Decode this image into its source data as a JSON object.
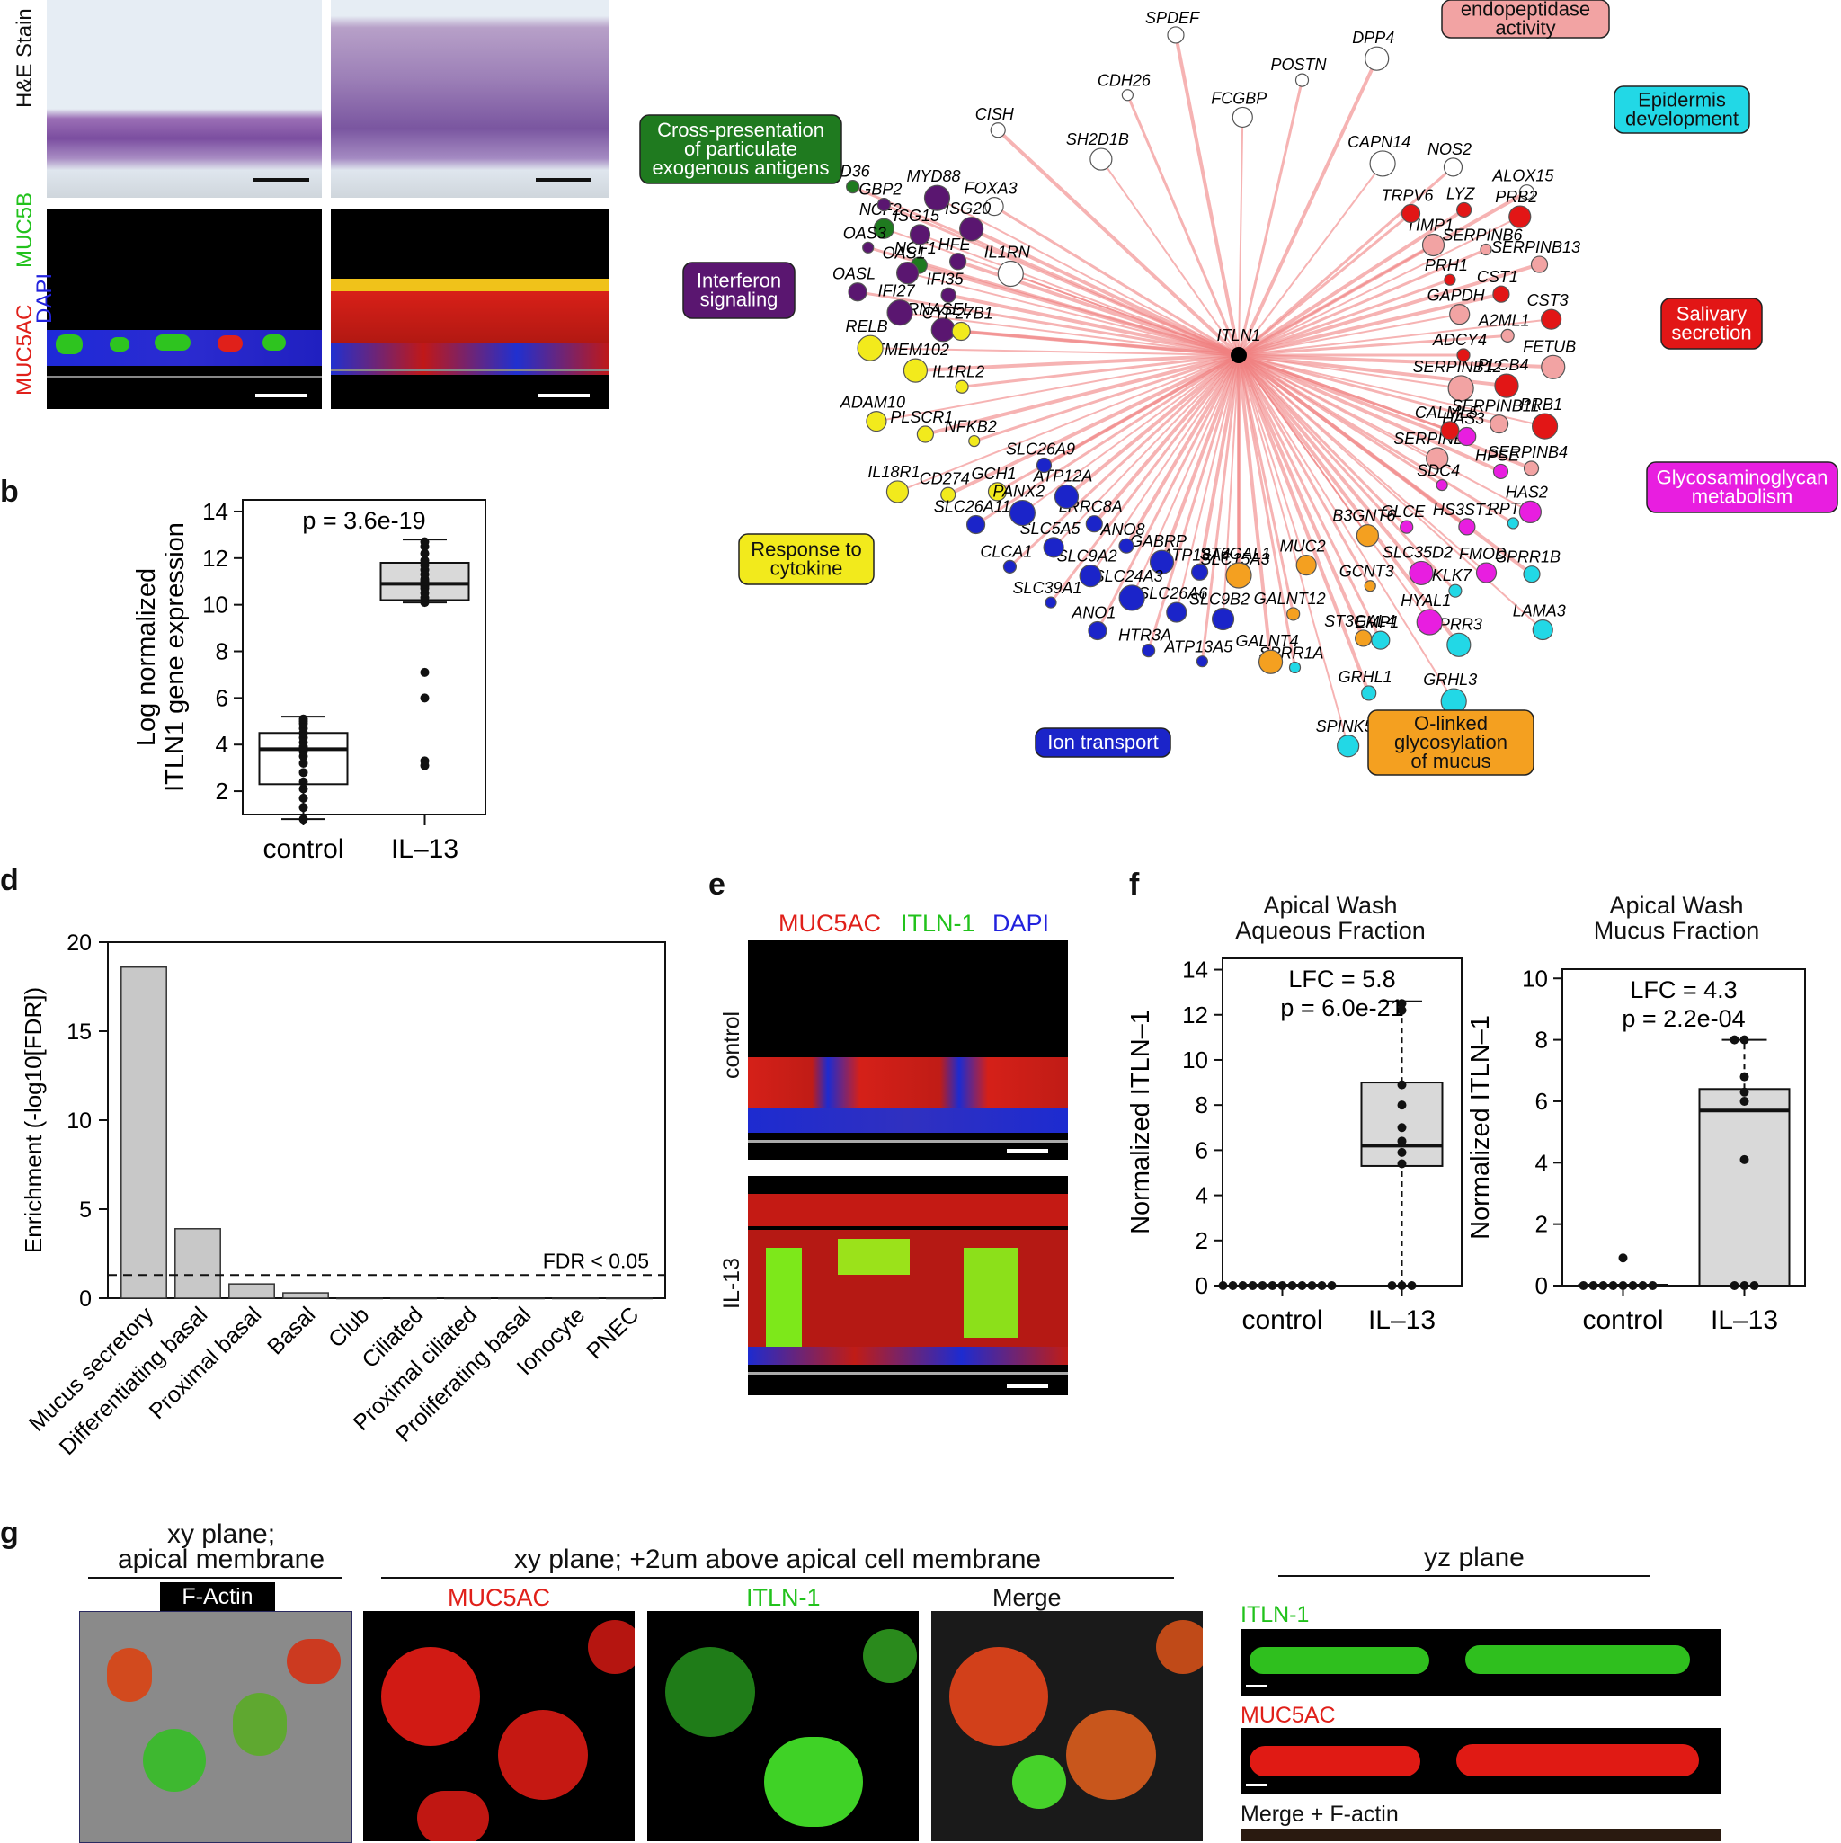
{
  "panel_a": {
    "row_labels": {
      "he": "H&E Stain",
      "if_red": "MUC5AC",
      "if_green": "MUC5B",
      "if_blue": "DAPI"
    },
    "colors": {
      "red": "#e0201a",
      "green": "#22c21c",
      "blue": "#2222dd"
    }
  },
  "panel_b": {
    "letter": "b",
    "ylabel_line1": "Log normalized",
    "ylabel_line2": "ITLN1 gene expression",
    "pvalue": "p = 3.6e-19",
    "yticks": [
      "2",
      "4",
      "6",
      "8",
      "10",
      "12",
      "14"
    ],
    "groups": [
      "control",
      "IL–13"
    ]
  },
  "network": {
    "hub": "ITLN1",
    "categories": [
      {
        "label_lines": [
          "Cross-presentation",
          "of particulate",
          "exogenous antigens"
        ],
        "color": "#1f7a1f",
        "text_color": "#ffffff"
      },
      {
        "label_lines": [
          "Interferon",
          "signaling"
        ],
        "color": "#5a1670",
        "text_color": "#ffffff"
      },
      {
        "label_lines": [
          "Response to",
          "cytokine"
        ],
        "color": "#f2ea1c",
        "text_color": "#111111"
      },
      {
        "label_lines": [
          "Ion transport"
        ],
        "color": "#1b24c9",
        "text_color": "#ffffff"
      },
      {
        "label_lines": [
          "O-linked",
          "glycosylation",
          "of mucus"
        ],
        "color": "#f4a020",
        "text_color": "#111111"
      },
      {
        "label_lines": [
          "Glycosaminoglycan",
          "metabolism"
        ],
        "color": "#e81ee0",
        "text_color": "#ffffff"
      },
      {
        "label_lines": [
          "Salivary",
          "secretion"
        ],
        "color": "#e21616",
        "text_color": "#ffffff"
      },
      {
        "label_lines": [
          "Epidermis",
          "development"
        ],
        "color": "#22d8e6",
        "text_color": "#111111"
      },
      {
        "label_lines": [
          "endopeptidase",
          "activity"
        ],
        "color": "#f2a3a3",
        "text_color": "#111111"
      }
    ],
    "genes": {
      "white": [
        "IL1RN",
        "FOXA3",
        "CISH",
        "SH2D1B",
        "CDH26",
        "SPDEF",
        "FCGBP",
        "POSTN",
        "DPP4",
        "CAPN14",
        "NOS2",
        "ALOX15"
      ],
      "pink": [
        "TIMP1",
        "SERPINB6",
        "SERPINB13",
        "GAPDH",
        "A2ML1",
        "FETUB",
        "SERPINB12",
        "SERPINB11",
        "SERPINB4",
        "SERPINB1"
      ],
      "cyan": [
        "RPTN",
        "SPRR1B",
        "LAMA3",
        "KLK7",
        "SPRR3",
        "GRHL3",
        "EMP1",
        "GRHL1",
        "SPINK5",
        "SPRR1A"
      ],
      "green": [
        "NCF1",
        "NCF2",
        "CD36"
      ],
      "purple": [
        "RNASEL",
        "IFI27",
        "OASL",
        "IFI35",
        "OAS1",
        "OAS3",
        "HFE",
        "ISG15",
        "GBP2",
        "ISG20",
        "MYD88"
      ],
      "yellow": [
        "GCH1",
        "CD274",
        "IL18R1",
        "NFKB2",
        "PLSCR1",
        "ADAM10",
        "IL1RL2",
        "TMEM102",
        "RELB",
        "CYP27B1"
      ],
      "blue": [
        "SLC15A3",
        "SLC9B2",
        "ATP13A5",
        "ATP13A4",
        "SLC26A6",
        "HTR3A",
        "GABRP",
        "SLC24A3",
        "ANO1",
        "ANO8",
        "SLC9A2",
        "SLC39A1",
        "LRRC8A",
        "SLC5A5",
        "CLCA1",
        "ATP12A",
        "PANX2",
        "SLC26A11",
        "SLC26A9"
      ],
      "orange": [
        "B3GNT6",
        "GCNT3",
        "ST3GAL4",
        "MUC2",
        "GALNT12",
        "GALNT4",
        "ST6GAL1"
      ],
      "magenta": [
        "HAS3",
        "HPSE",
        "HAS2",
        "SDC4",
        "HS3ST1",
        "FMOD",
        "GLCE",
        "SLC35D2",
        "HYAL1"
      ],
      "red": [
        "TRPV6",
        "LYZ",
        "PRB2",
        "PRH1",
        "CST1",
        "CST3",
        "ADCY4",
        "PLCB4",
        "PRB1",
        "CALML5"
      ]
    }
  },
  "panel_d": {
    "letter": "d",
    "ylabel": "Enrichment (-log10[FDR])",
    "threshold_label": "FDR < 0.05",
    "yticks": [
      "0",
      "5",
      "10",
      "15",
      "20"
    ]
  },
  "chart_data": [
    {
      "type": "bar",
      "title": "",
      "xlabel": "",
      "ylabel": "Enrichment (-log10[FDR])",
      "ylim": [
        0,
        20
      ],
      "categories": [
        "Mucus secretory",
        "Differentiating basal",
        "Proximal basal",
        "Basal",
        "Club",
        "Ciliated",
        "Proximal ciliated",
        "Proliferating basal",
        "Ionocyte",
        "PNEC"
      ],
      "values": [
        18.6,
        3.9,
        0.8,
        0.3,
        0.0,
        0.0,
        0.0,
        0.0,
        0.0,
        0.0
      ],
      "threshold": 1.3,
      "threshold_label": "FDR < 0.05"
    },
    {
      "type": "box",
      "ylabel": "Log normalized ITLN1 gene expression",
      "ylim": [
        1,
        14.5
      ],
      "annotation": "p = 3.6e-19",
      "groups": [
        {
          "name": "control",
          "q1": 2.3,
          "median": 3.8,
          "q3": 4.5,
          "whisker_low": 0.8,
          "whisker_high": 5.2,
          "points": [
            0.8,
            1.3,
            1.7,
            2.1,
            2.4,
            2.8,
            3.2,
            3.5,
            3.7,
            3.8,
            3.9,
            4.1,
            4.3,
            4.5,
            4.7,
            4.9,
            5.0,
            5.1
          ]
        },
        {
          "name": "IL–13",
          "q1": 10.2,
          "median": 10.9,
          "q3": 11.8,
          "whisker_low": 10.1,
          "whisker_high": 12.8,
          "points": [
            3.1,
            3.3,
            6.0,
            7.1,
            10.1,
            10.3,
            10.5,
            10.7,
            10.8,
            10.9,
            11.0,
            11.1,
            11.3,
            11.5,
            11.7,
            11.9,
            12.2,
            12.5,
            12.7
          ]
        }
      ]
    },
    {
      "type": "box",
      "title": "Apical Wash Aqueous Fraction",
      "ylabel": "Normalized ITLN–1",
      "ylim": [
        0,
        14.5
      ],
      "annotation_lines": [
        "LFC = 5.8",
        "p = 6.0e-21"
      ],
      "groups": [
        {
          "name": "control",
          "q1": 0,
          "median": 0,
          "q3": 0,
          "whisker_low": 0,
          "whisker_high": 0,
          "points": [
            0,
            0,
            0,
            0,
            0,
            0,
            0,
            0,
            0,
            0,
            0,
            0
          ]
        },
        {
          "name": "IL–13",
          "q1": 5.3,
          "median": 6.2,
          "q3": 9.0,
          "whisker_low": 0,
          "whisker_high": 12.6,
          "points": [
            0,
            0,
            0,
            5.4,
            5.9,
            6.4,
            7.0,
            8.0,
            8.9,
            12.2,
            12.5
          ]
        }
      ]
    },
    {
      "type": "box",
      "title": "Apical Wash Mucus Fraction",
      "ylabel": "Normalized ITLN–1",
      "ylim": [
        0,
        10.3
      ],
      "annotation_lines": [
        "LFC = 4.3",
        "p = 2.2e-04"
      ],
      "groups": [
        {
          "name": "control",
          "q1": 0,
          "median": 0,
          "q3": 0,
          "whisker_low": 0,
          "whisker_high": 0,
          "points": [
            0,
            0,
            0,
            0,
            0,
            0,
            0,
            0,
            0.9
          ]
        },
        {
          "name": "IL–13",
          "q1": 0,
          "median": 5.7,
          "q3": 6.4,
          "whisker_low": 0,
          "whisker_high": 8.0,
          "points": [
            0,
            0,
            0,
            4.1,
            6.0,
            6.3,
            6.8,
            8.0,
            8.0
          ]
        }
      ]
    }
  ],
  "panel_e": {
    "letter": "e",
    "legend_red": "MUC5AC",
    "legend_green": "ITLN-1",
    "legend_blue": "DAPI",
    "row_control": "control",
    "row_il13": "IL-13"
  },
  "panel_f": {
    "letter": "f",
    "left_title_1": "Apical Wash",
    "left_title_2": "Aqueous Fraction",
    "right_title_1": "Apical Wash",
    "right_title_2": "Mucus Fraction",
    "left_stat_1": "LFC = 5.8",
    "left_stat_2": "p = 6.0e-21",
    "right_stat_1": "LFC = 4.3",
    "right_stat_2": "p = 2.2e-04",
    "ylabel": "Normalized ITLN–1",
    "left_yticks": [
      "0",
      "2",
      "4",
      "6",
      "8",
      "10",
      "12",
      "14"
    ],
    "right_yticks": [
      "0",
      "2",
      "4",
      "6",
      "8",
      "10"
    ],
    "groups": [
      "control",
      "IL–13"
    ]
  },
  "panel_g": {
    "letter": "g",
    "hdr_left_1": "xy plane;",
    "hdr_left_2": "apical membrane",
    "hdr_mid": "xy plane; +2um above apical cell membrane",
    "hdr_right": "yz plane",
    "factin": "F-Actin",
    "muc5ac": "MUC5AC",
    "itln1": "ITLN-1",
    "merge": "Merge",
    "yz_itln1": "ITLN-1",
    "yz_muc5ac": "MUC5AC",
    "yz_merge": "Merge + F-actin"
  }
}
